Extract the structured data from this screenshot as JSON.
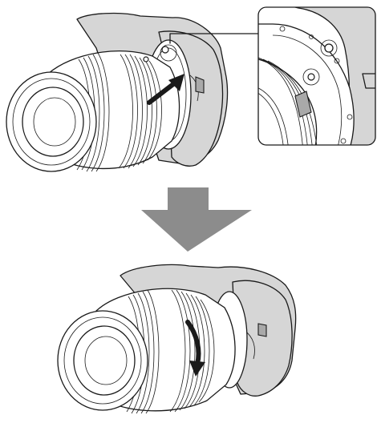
{
  "diagram": {
    "steps": [
      {
        "id": "align-and-insert",
        "arrow_direction": "toward-camera"
      },
      {
        "id": "rotate-to-lock",
        "arrow_direction": "clockwise"
      }
    ],
    "transition_arrow": "down",
    "colors": {
      "line": "#1a1a1a",
      "camera_body": "#d6d6d6",
      "transition_arrow": "#8c8c8c",
      "background": "#ffffff"
    }
  }
}
